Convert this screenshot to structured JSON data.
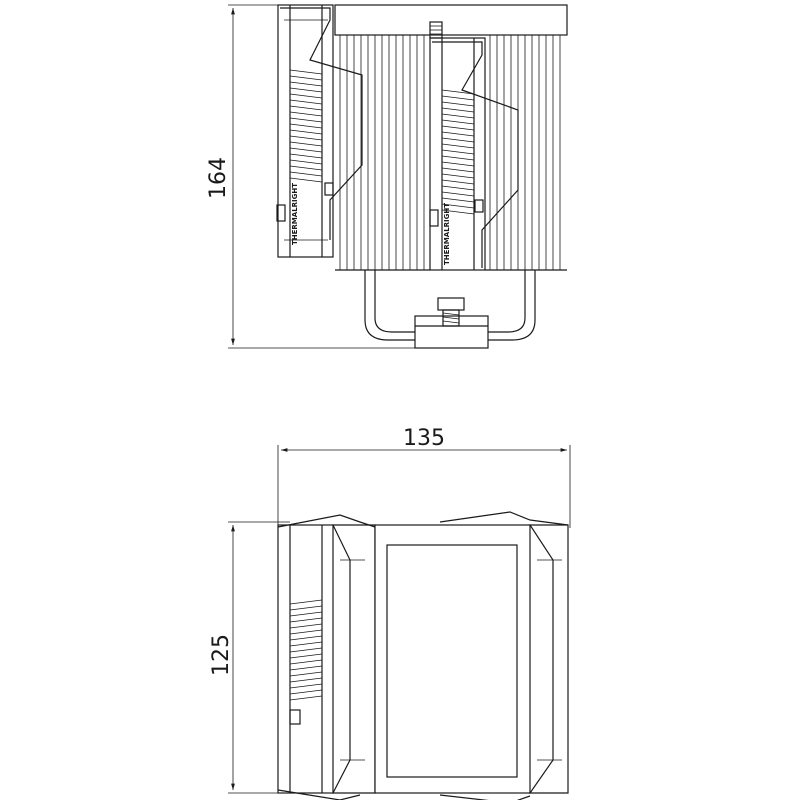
{
  "drawing": {
    "side_view": {
      "height_dimension": "164",
      "brand_label_fan": "THERMALRIGHT",
      "brand_label_center": "THERMALRIGHT"
    },
    "top_view": {
      "width_dimension": "135",
      "depth_dimension": "125"
    }
  }
}
